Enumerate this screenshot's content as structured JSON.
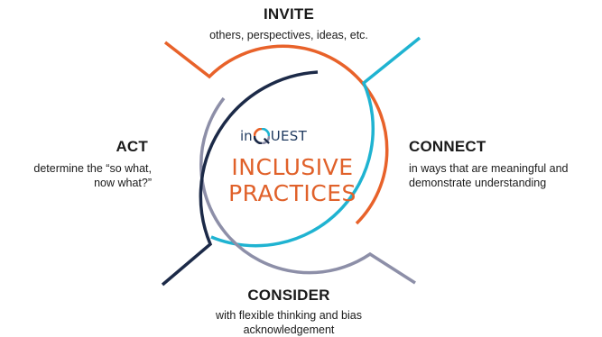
{
  "stages": {
    "invite": {
      "heading": "INVITE",
      "description": "others, perspectives, ideas, etc."
    },
    "connect": {
      "heading": "CONNECT",
      "description_line1": "in ways that are meaningful and",
      "description_line2": "demonstrate understanding"
    },
    "consider": {
      "heading": "CONSIDER",
      "description_line1": "with flexible thinking and bias",
      "description_line2": "acknowledgement"
    },
    "act": {
      "heading": "ACT",
      "description_line1": "determine the “so what,",
      "description_line2": "now what?”"
    }
  },
  "center": {
    "logo_prefix": "in",
    "logo_suffix": "UEST",
    "title_line1": "INCLUSIVE",
    "title_line2": "PRACTICES"
  },
  "colors": {
    "invite_orange": "#e8622a",
    "connect_cyan": "#1fb3d1",
    "consider_gray": "#8d8fa8",
    "act_navy": "#1c2a48",
    "title_orange": "#e0612a",
    "logo_navy": "#1f3a5f"
  }
}
